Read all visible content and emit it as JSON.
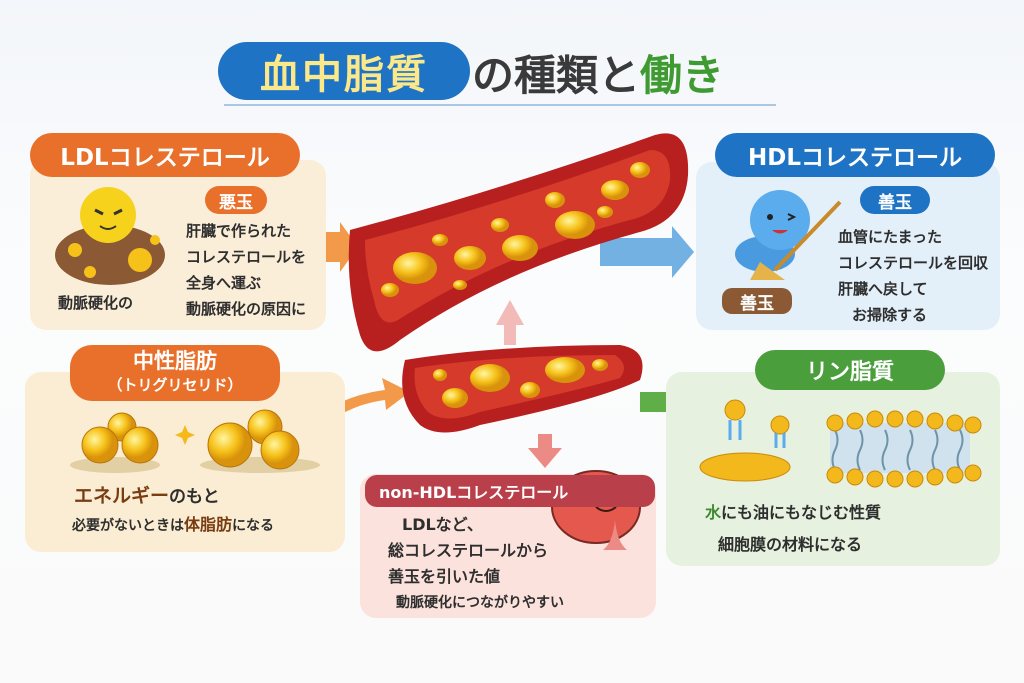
{
  "title": {
    "highlight": "血中脂質",
    "middle": "の種類と",
    "accent": "働き"
  },
  "ldl": {
    "header": "LDLコレステロール",
    "badge": "悪玉",
    "lines": [
      "肝臓で作られた",
      "コレステロールを",
      "全身へ運ぶ",
      "動脈硬化の原因に"
    ],
    "caption": "動脈硬化の"
  },
  "hdl": {
    "header": "HDLコレステロール",
    "badge": "善玉",
    "lines": [
      "血管にたまった",
      "コレステロールを回収",
      "肝臓へ戻して",
      "お掃除する"
    ],
    "caption": "善玉"
  },
  "tg": {
    "header": "中性脂肪",
    "subheader": "（トリグリセリド）",
    "line1_bold": "エネルギー",
    "line1_rest": "のもと",
    "line2_a": "必要がないときは",
    "line2_bold": "体脂肪",
    "line2_b": "になる"
  },
  "phospholipid": {
    "header": "リン脂質",
    "line1_green": "水",
    "line1_rest": "にも油にもなじむ性質",
    "line2": "細胞膜の材料になる"
  },
  "nonhdl": {
    "header": "non-HDLコレステロール",
    "lines": [
      "LDLなど、",
      "総コレステロールから",
      "善玉を引いた値",
      "動脈硬化につながりやすい"
    ]
  },
  "colors": {
    "blue": "#1f73c4",
    "orange": "#e8702a",
    "green": "#4a9e3c",
    "red": "#c5414a",
    "yellow": "#fbe88a"
  }
}
